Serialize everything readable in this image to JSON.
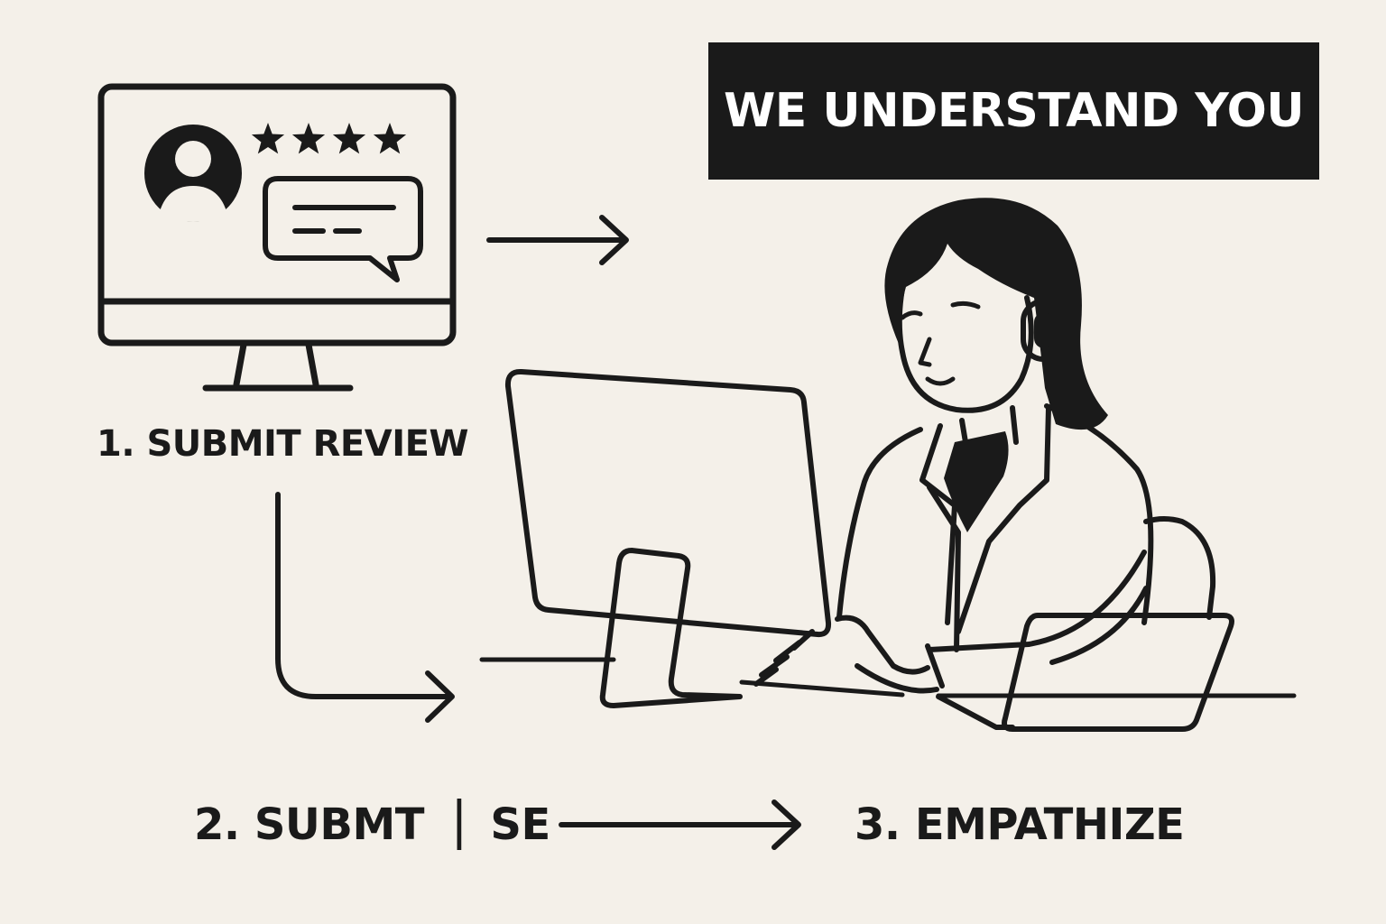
{
  "colors": {
    "background": "#f4f0e9",
    "ink": "#1a1a1a",
    "banner_text": "#ffffff"
  },
  "banner": {
    "text": "WE UNDERSTAND YOU"
  },
  "steps": {
    "step1": "1. SUBMIT REVIEW",
    "step2_left": "2. SUBMT",
    "step2_right": "▏SE",
    "step3": "3. EMPATHIZE"
  },
  "icons": {
    "review_monitor": "monitor-with-review-icon",
    "avatar": "user-avatar-icon",
    "stars": "four-star-rating-icon",
    "comment": "speech-bubble-icon",
    "agent": "support-agent-illustration"
  },
  "rating": {
    "stars": 4
  }
}
